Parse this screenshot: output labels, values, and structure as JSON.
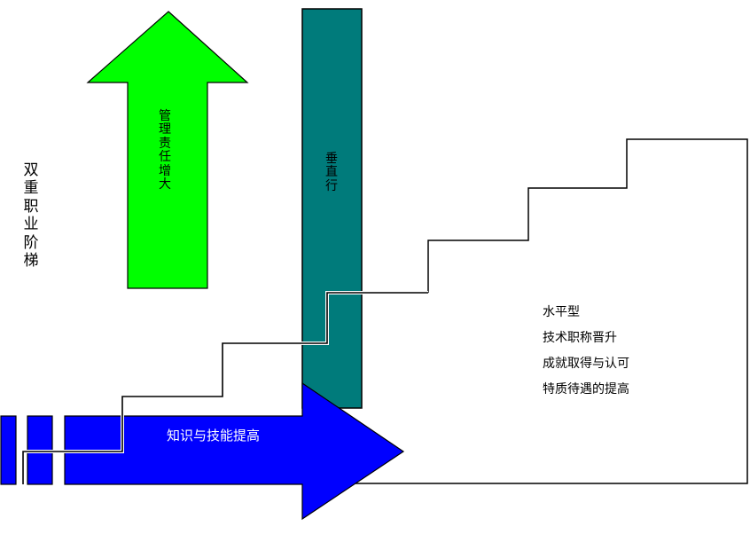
{
  "side_title": "双重职业阶梯",
  "management_arrow_label": "管理责任增大",
  "vertical_bar_label": "垂直行",
  "knowledge_arrow_label": "知识与技能提高",
  "horizontal": {
    "title": "水平型",
    "lines": [
      "技术职称晋升",
      "成就取得与认可",
      "特质待遇的提高"
    ]
  },
  "colors": {
    "management_arrow": "#00ff00",
    "vertical_bar": "#007b7b",
    "knowledge_arrow": "#0000ff",
    "stroke": "#000000"
  }
}
